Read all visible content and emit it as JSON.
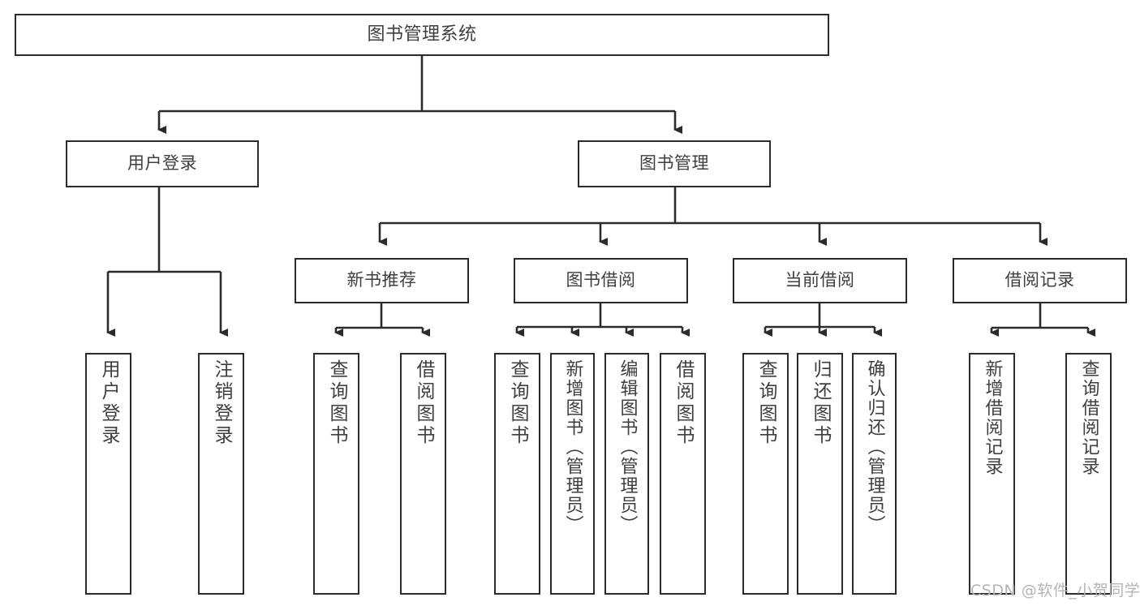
{
  "diagram": {
    "title": "图书管理系统",
    "type": "tree",
    "watermark": "CSDN @软件_小贺同学",
    "colors": {
      "node_border": "#2b2b2b",
      "node_fill": "#ffffff",
      "edge": "#2b2b2b",
      "text": "#3f3f3f",
      "background": "#ffffff",
      "watermark": "#b4b4b4"
    },
    "nodes": {
      "root": {
        "label": "图书管理系统"
      },
      "level1": [
        {
          "id": "user-login",
          "label": "用户登录"
        },
        {
          "id": "book-manage",
          "label": "图书管理"
        }
      ],
      "level2": [
        {
          "id": "new-book-rec",
          "label": "新书推荐"
        },
        {
          "id": "book-borrow",
          "label": "图书借阅"
        },
        {
          "id": "current-borrow",
          "label": "当前借阅"
        },
        {
          "id": "borrow-record",
          "label": "借阅记录"
        }
      ],
      "leaves": [
        {
          "id": "leaf-user-login",
          "label": "用户登录",
          "parent": "user-login"
        },
        {
          "id": "leaf-logout",
          "label": "注销登录",
          "parent": "user-login"
        },
        {
          "id": "leaf-query-book-1",
          "label": "查询图书",
          "parent": "new-book-rec"
        },
        {
          "id": "leaf-borrow-book-1",
          "label": "借阅图书",
          "parent": "new-book-rec"
        },
        {
          "id": "leaf-query-book-2",
          "label": "查询图书",
          "parent": "book-borrow"
        },
        {
          "id": "leaf-add-book",
          "label": "新增图书（管理员）",
          "parent": "book-borrow"
        },
        {
          "id": "leaf-edit-book",
          "label": "编辑图书（管理员）",
          "parent": "book-borrow"
        },
        {
          "id": "leaf-borrow-book-2",
          "label": "借阅图书",
          "parent": "book-borrow"
        },
        {
          "id": "leaf-query-book-3",
          "label": "查询图书",
          "parent": "current-borrow"
        },
        {
          "id": "leaf-return-book",
          "label": "归还图书",
          "parent": "current-borrow"
        },
        {
          "id": "leaf-confirm-return",
          "label": "确认归还（管理员）",
          "parent": "current-borrow"
        },
        {
          "id": "leaf-add-record",
          "label": "新增借阅记录",
          "parent": "borrow-record"
        },
        {
          "id": "leaf-query-record",
          "label": "查询借阅记录",
          "parent": "borrow-record"
        }
      ]
    }
  }
}
